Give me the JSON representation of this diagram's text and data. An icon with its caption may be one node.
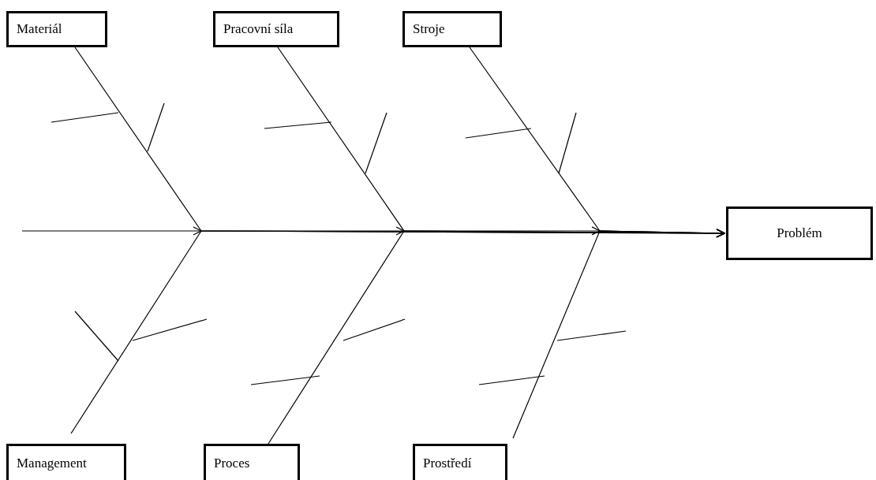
{
  "diagram": {
    "nodes": [
      {
        "text": [
          "Materiál"
        ]
      },
      {
        "text": [
          "Pracovní síla"
        ]
      },
      {
        "text": [
          "Stroje"
        ]
      },
      {
        "text": [
          "Management"
        ]
      },
      {
        "text": [
          "Proces"
        ]
      },
      {
        "text": [
          "Prostředí"
        ]
      },
      {
        "text": [
          "Problém"
        ]
      }
    ],
    "edges": [
      {
        "from": 0,
        "to": 6,
        "arrow": "to"
      },
      {
        "from": 1,
        "to": 6,
        "arrow": "to"
      },
      {
        "from": 2,
        "to": 6,
        "arrow": "to"
      },
      {
        "from": 3,
        "to": 6,
        "arrow": "to"
      },
      {
        "from": 4,
        "to": 6,
        "arrow": "to"
      },
      {
        "from": 5,
        "to": 6,
        "arrow": "to"
      },
      {
        "from": null,
        "to": 6,
        "arrow": "to"
      }
    ]
  }
}
